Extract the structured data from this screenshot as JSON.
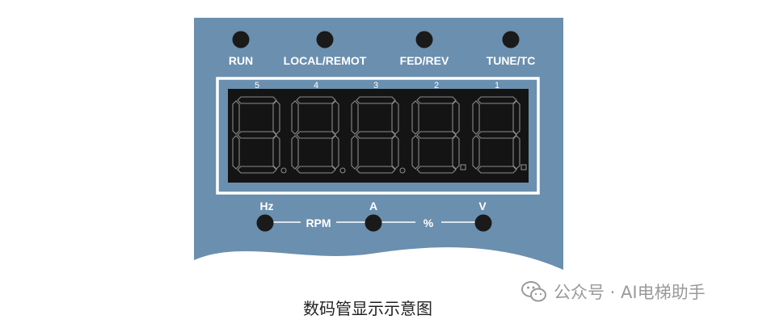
{
  "indicators": [
    {
      "label": "RUN"
    },
    {
      "label": "LOCAL/REMOT"
    },
    {
      "label": "FED/REV"
    },
    {
      "label": "TUNE/TC"
    }
  ],
  "digit_positions": [
    "5",
    "4",
    "3",
    "2",
    "1"
  ],
  "units": {
    "hz": "Hz",
    "rpm": "RPM",
    "a": "A",
    "percent": "%",
    "v": "V"
  },
  "caption": "数码管显示示意图",
  "watermark": {
    "text": "公众号 · AI电梯助手",
    "icon": "wechat-icon"
  },
  "colors": {
    "panel": "#6b8fae",
    "display_bg": "#141414",
    "segment_outline": "#8a8a8a",
    "led": "#1a1a1a",
    "border": "#ffffff"
  }
}
